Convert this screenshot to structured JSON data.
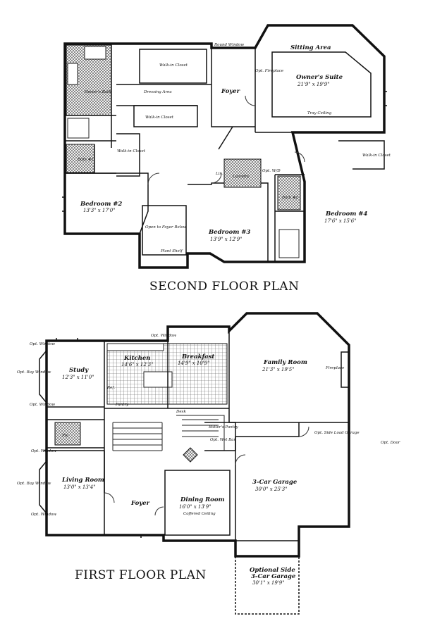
{
  "titles": {
    "second_floor": "SECOND FLOOR PLAN",
    "first_floor": "FIRST FLOOR PLAN"
  },
  "second_floor": {
    "sitting_area": "Sitting Area",
    "owners_suite": "Owner's Suite",
    "owners_suite_dim": "21'9\" x 19'9\"",
    "tray_ceiling": "Tray Ceiling",
    "foyer": "Foyer",
    "round_window": "Round Window",
    "walk_in_closet": "Walk-in Closet",
    "dressing_area": "Dressing Area",
    "owners_bath": "Owner's Bath",
    "bath_1": "Bath #1",
    "bath_2": "Bath #2",
    "opt_fireplace": "Opt. Fireplace",
    "linen": "Lin.",
    "opt_wd": "Opt. W/D",
    "laundry": "Laundry",
    "bedroom2": "Bedroom #2",
    "bedroom2_dim": "13'3\" x 17'0\"",
    "bedroom3": "Bedroom #3",
    "bedroom3_dim": "13'9\" x 12'9\"",
    "bedroom4": "Bedroom #4",
    "bedroom4_dim": "17'6\" x 15'6\"",
    "open_to_foyer": "Open to Foyer Below",
    "plant_shelf": "Plant Shelf"
  },
  "first_floor": {
    "study": "Study",
    "study_dim": "12'3\" x 11'0\"",
    "kitchen": "Kitchen",
    "kitchen_dim": "14'6\" x 12'3\"",
    "breakfast": "Breakfast",
    "breakfast_dim": "14'9\" x 10'9\"",
    "family_room": "Family Room",
    "family_room_dim": "21'3\" x 19'5\"",
    "fireplace": "Fireplace",
    "opt_window": "Opt. Window",
    "opt_bay_window": "Opt. Bay Window",
    "butlers_pantry": "Butler's Pantry",
    "opt_wet_bar": "Opt. Wet Bar",
    "pantry": "Pantry",
    "desk": "Desk",
    "ref": "Ref.",
    "powder": "Pw.",
    "living_room": "Living Room",
    "living_room_dim": "13'0\" x 13'4\"",
    "foyer": "Foyer",
    "dining_room": "Dining Room",
    "dining_room_dim": "16'0\" x 13'9\"",
    "coffered_ceiling": "Coffered Ceiling",
    "garage": "3-Car Garage",
    "garage_dim": "30'0\" x 25'3\"",
    "opt_side_load": "Opt. Side Load Garage",
    "opt_door": "Opt. Door",
    "optional_side_garage": "Optional Side",
    "optional_side_garage2": "3-Car Garage",
    "optional_side_garage_dim": "30'1\" x 19'9\""
  }
}
